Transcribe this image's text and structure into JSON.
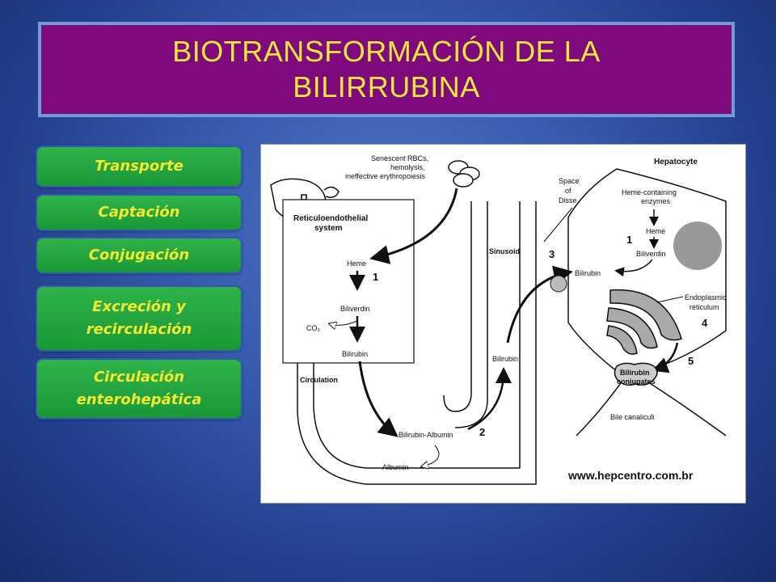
{
  "title": "BIOTRANSFORMACIÓN DE LA BILIRRUBINA",
  "menu": [
    {
      "label": "Transporte"
    },
    {
      "label": "Captación"
    },
    {
      "label": "Conjugación"
    },
    {
      "label": "Excreción y recirculación"
    },
    {
      "label": "Circulación enterohepática"
    }
  ],
  "diagram": {
    "senescent": [
      "Senescent RBCs,",
      "hemolysis,",
      "ineffective erythropoiesis"
    ],
    "res": [
      "Reticuloendothelial",
      "system"
    ],
    "heme": "Heme",
    "biliverdin": "Biliverdin",
    "co2": "CO₂",
    "bilirubin": "Bilirubin",
    "circulation": "Circulation",
    "bilirubin_albumin": "Bilirubin-Albumin",
    "albumin": "Albumin",
    "sinusoid": "Sinusoid",
    "space_of_disse": [
      "Space",
      "of",
      "Disse"
    ],
    "hepatocyte": "Hepatocyte",
    "heme_enzymes": [
      "Heme-containing",
      "enzymes"
    ],
    "heme2": "Heme",
    "biliverdin2": "Biliverdin",
    "bilirubin_hep": "Bilirubin",
    "er": [
      "Endoplasmic",
      "reticulum"
    ],
    "conjugates": [
      "Bilirubin",
      "conjugates"
    ],
    "canaliculi": "Bile canaliculi",
    "website": "www.hepcentro.com.br",
    "steps": [
      "1",
      "1",
      "2",
      "3",
      "4",
      "5"
    ]
  },
  "colors": {
    "title_bg": "#7e0a7e",
    "title_text": "#f2e63a",
    "button_bg": "#1fa23e",
    "button_text": "#f3ea2e"
  }
}
